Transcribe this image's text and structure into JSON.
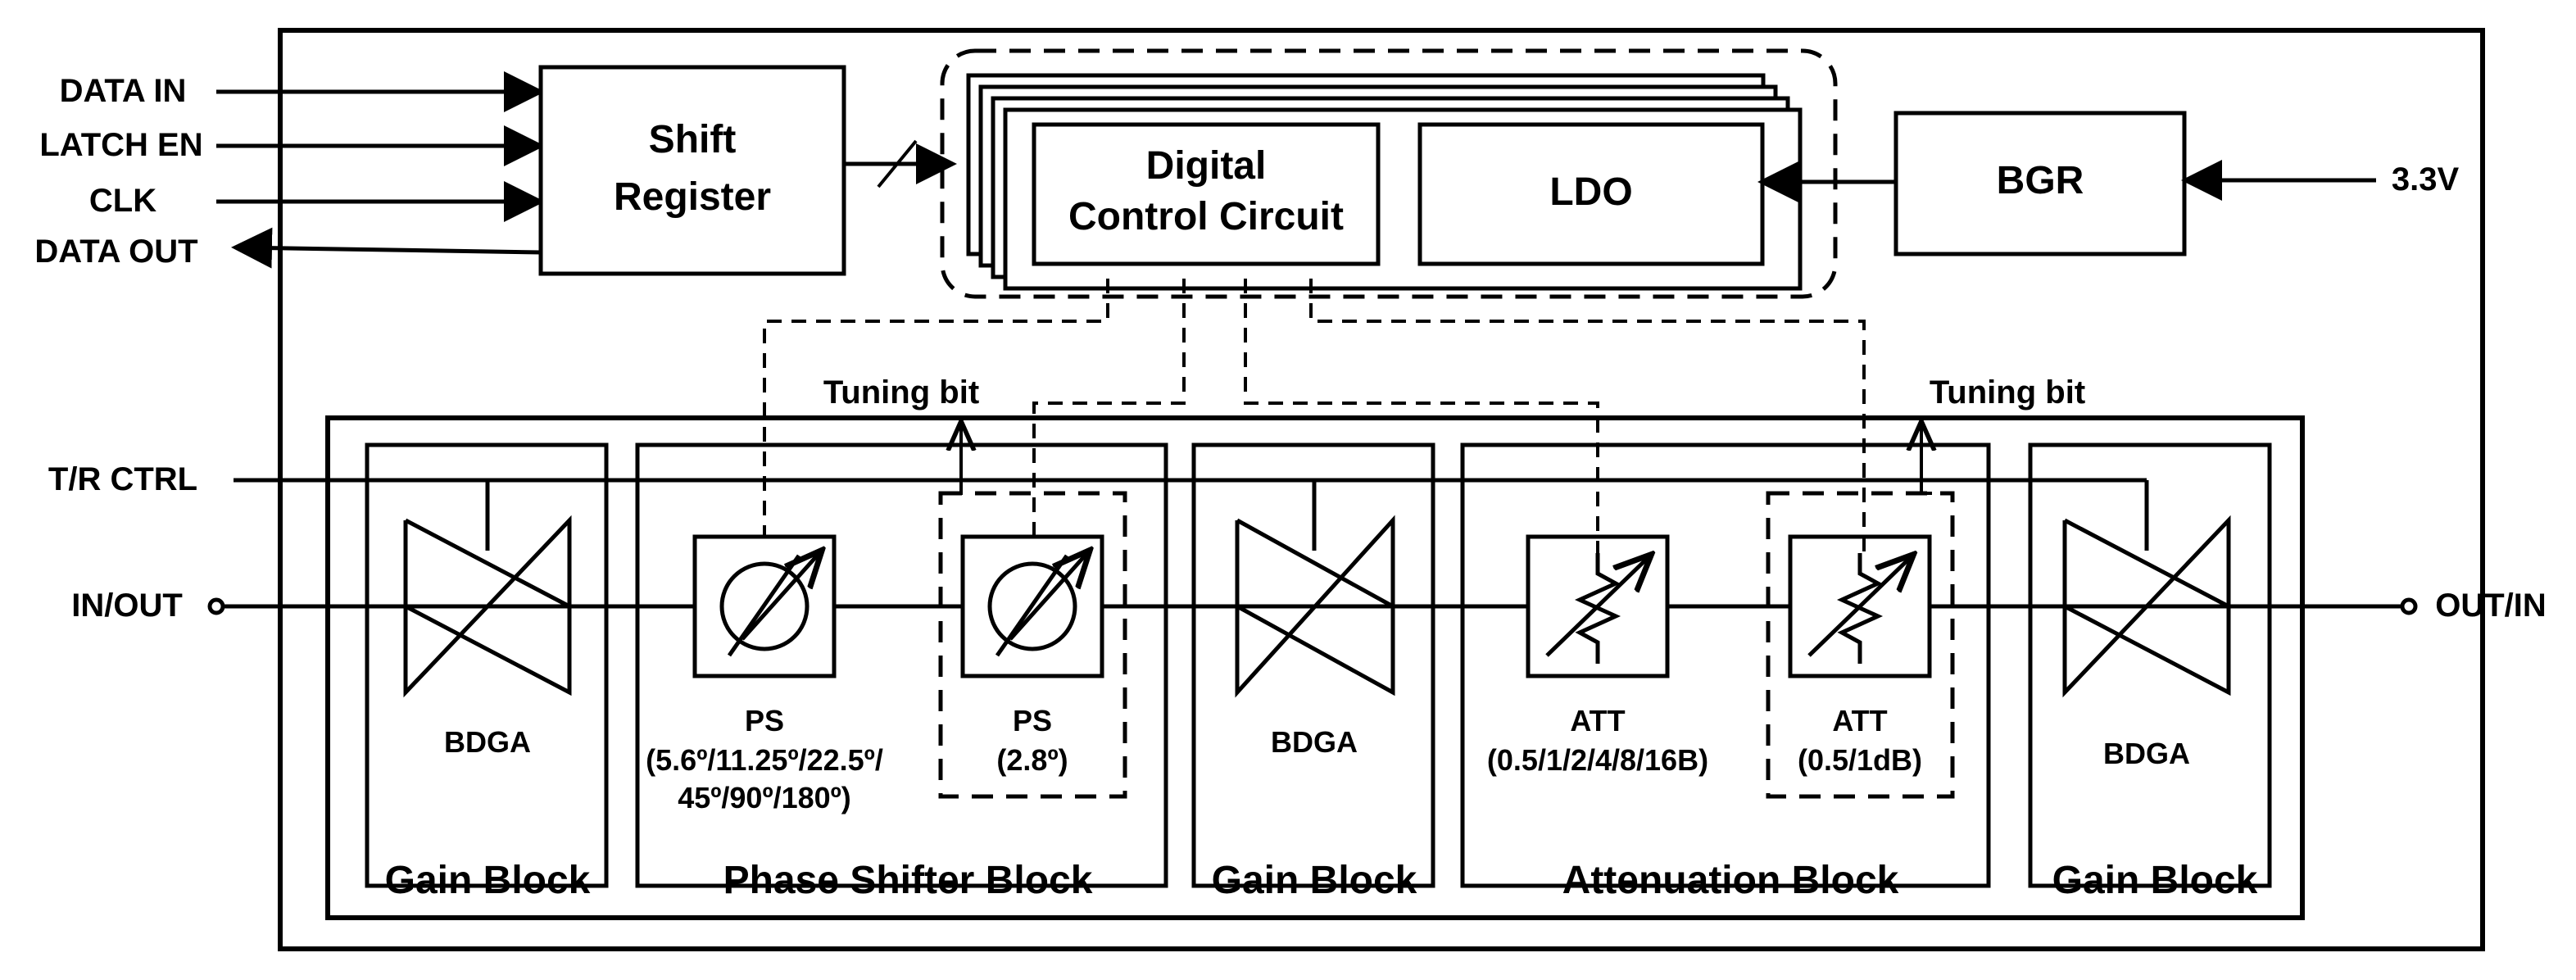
{
  "inputs": {
    "data_in": "DATA IN",
    "latch_en": "LATCH EN",
    "clk": "CLK",
    "data_out": "DATA OUT",
    "tr_ctrl": "T/R CTRL",
    "in_out": "IN/OUT",
    "out_in": "OUT/IN",
    "supply": "3.3V"
  },
  "control": {
    "shift_register_line1": "Shift",
    "shift_register_line2": "Register",
    "digital_line1": "Digital",
    "digital_line2": "Control Circuit",
    "ldo": "LDO",
    "bgr": "BGR"
  },
  "tuning": {
    "left": "Tuning bit",
    "right": "Tuning bit"
  },
  "chain": {
    "bdga": "BDGA",
    "ps1_name": "PS",
    "ps1_line1": "(5.6º/11.25º/22.5º/",
    "ps1_line2": "45º/90º/180º)",
    "ps2_name": "PS",
    "ps2_value": "(2.8º)",
    "att1_name": "ATT",
    "att1_value": "(0.5/1/2/4/8/16B)",
    "att2_name": "ATT",
    "att2_value": "(0.5/1dB)"
  },
  "blocks": {
    "gain_1": "Gain Block",
    "phase_shifter": "Phase Shifter Block",
    "gain_2": "Gain Block",
    "attenuation": "Attenuation Block",
    "gain_3": "Gain Block"
  }
}
